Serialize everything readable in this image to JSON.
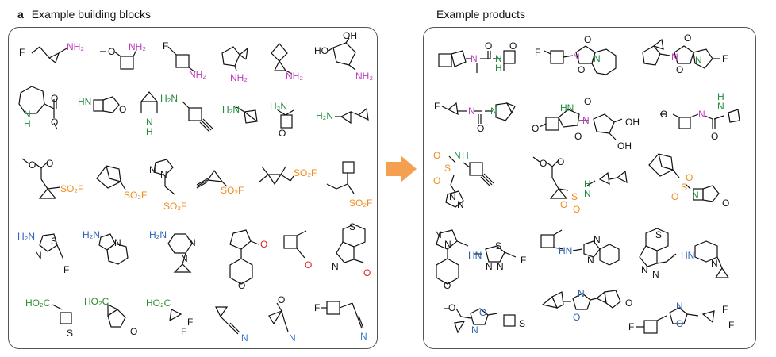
{
  "panel_letter": "a",
  "left_title": "Example building blocks",
  "right_title": "Example products",
  "atoms": {
    "F": "F",
    "NH2": "NH₂",
    "OH": "OH",
    "HO": "HO",
    "H2N": "H₂N",
    "N": "N",
    "H": "H",
    "O": "O",
    "S": "S",
    "HN": "HN",
    "NH": "NH",
    "SO2F": "SO₂F",
    "HO2C": "HO₂C"
  },
  "colors": {
    "amine_pink": "#c03cc0",
    "amine_green": "#1e8c3a",
    "sulfonyl_orange": "#f08c1e",
    "heteroaryl_blue": "#2c62b4",
    "aldehyde_red": "#e02020",
    "acid_green": "#2e8c2e",
    "nitrile_blue": "#3a78c8",
    "arrow_orange": "#f4a050",
    "border": "#555555"
  }
}
